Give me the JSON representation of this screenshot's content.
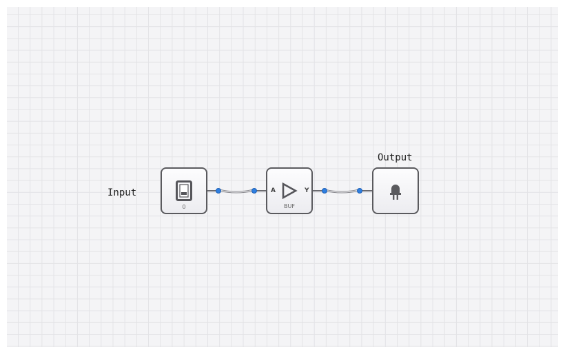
{
  "canvas": {
    "grid_color": "#e3e3e6",
    "background": "#f4f4f6"
  },
  "labels": {
    "input": "Input",
    "output": "Output"
  },
  "nodes": {
    "input_switch": {
      "type": "switch",
      "value": "0"
    },
    "buffer": {
      "type": "BUF",
      "label": "BUF",
      "pin_in": "A",
      "pin_out": "Y"
    },
    "output_led": {
      "type": "led"
    }
  },
  "colors": {
    "pin": "#2f7fe0",
    "wire": "#6b6b70",
    "node_border": "#5a5a5e"
  }
}
